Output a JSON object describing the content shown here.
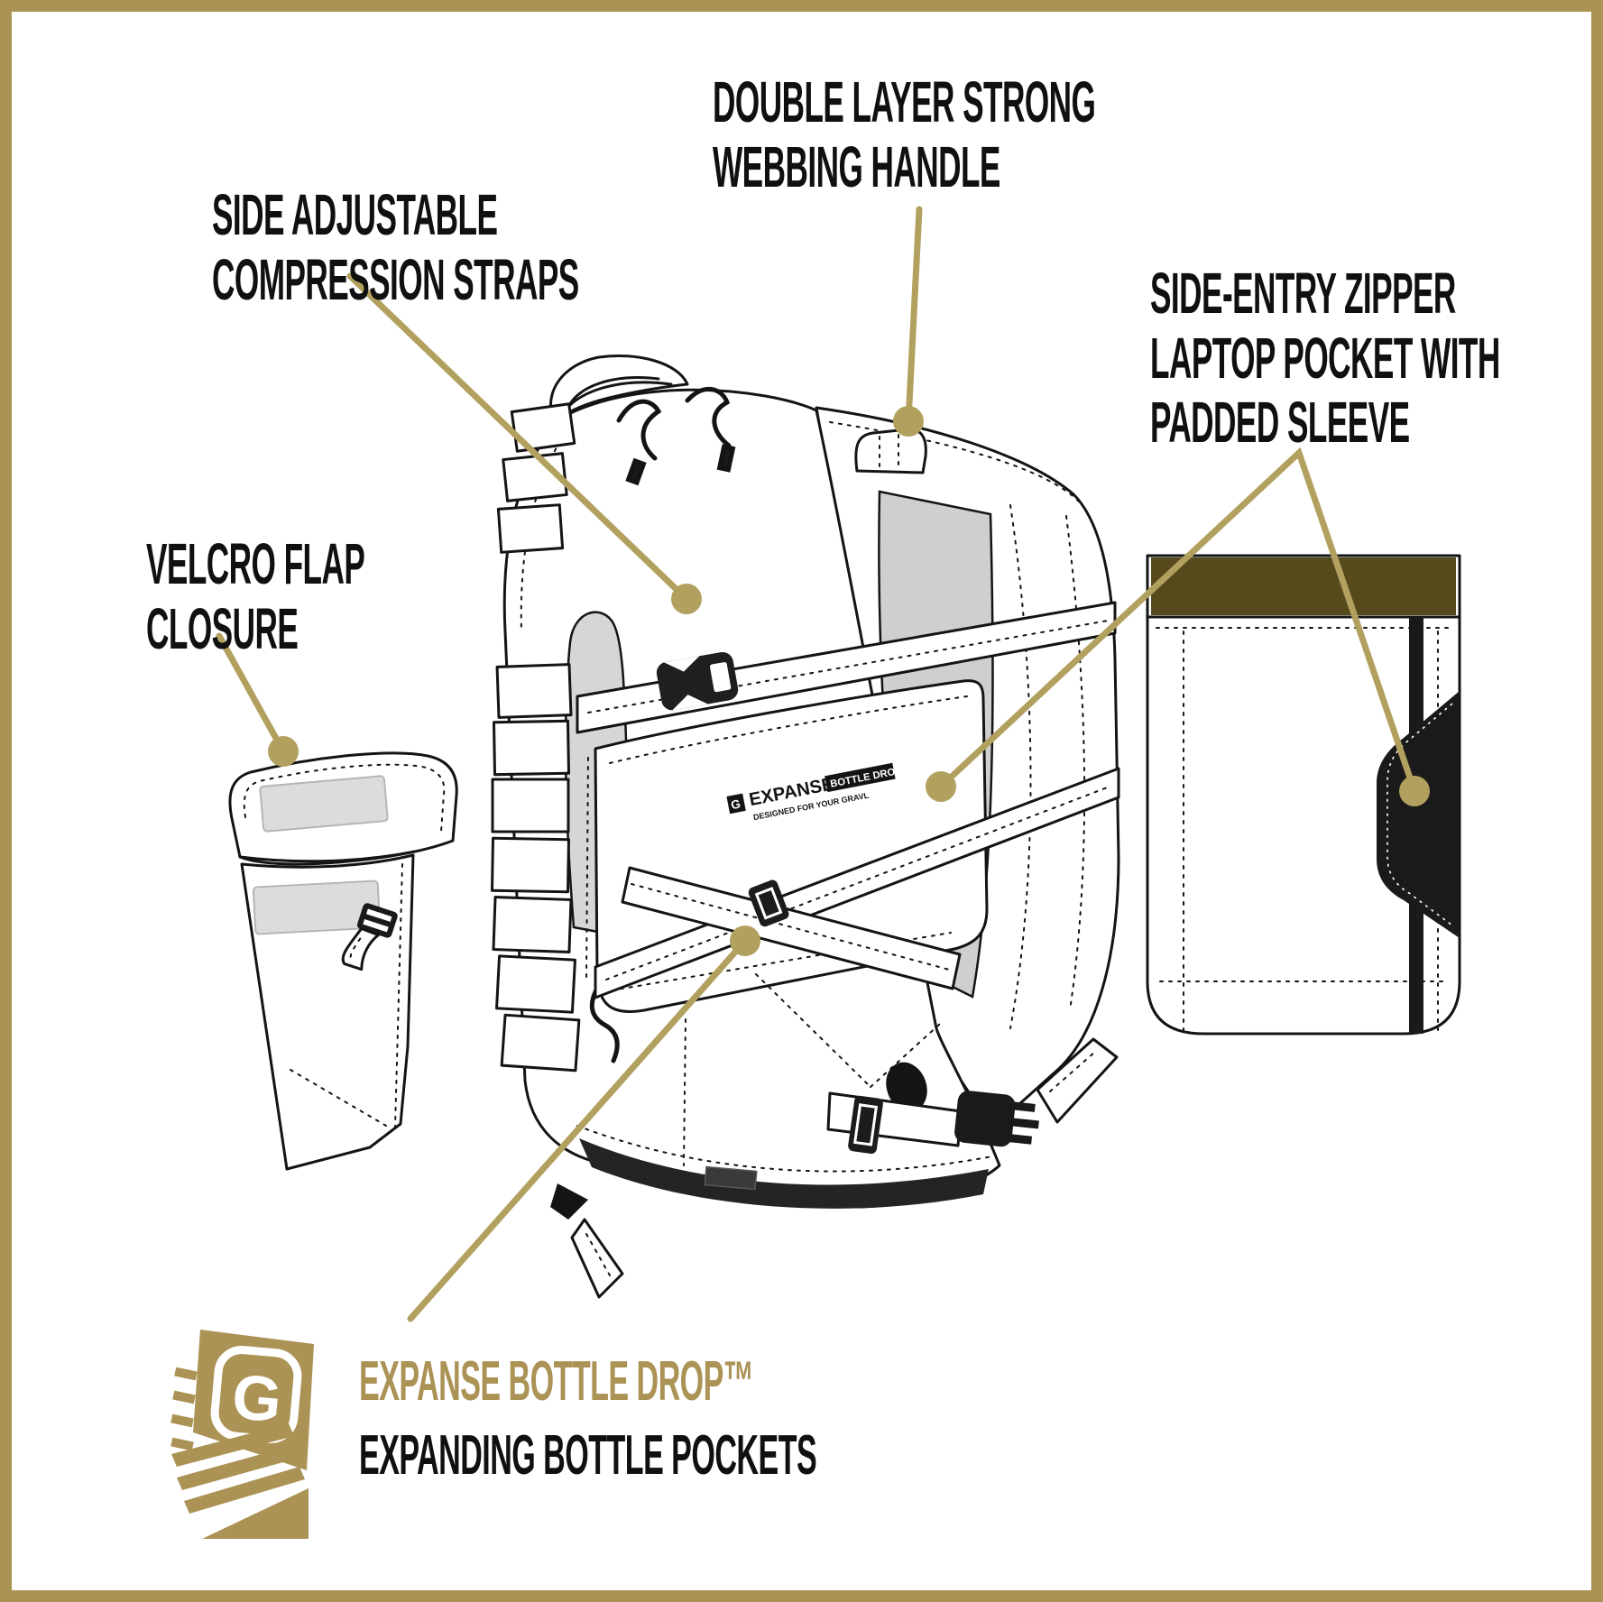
{
  "labels": {
    "webbing_handle": {
      "lines": [
        "DOUBLE LAYER STRONG",
        "WEBBING HANDLE"
      ]
    },
    "compression_straps": {
      "lines": [
        "SIDE ADJUSTABLE",
        "COMPRESSION STRAPS"
      ]
    },
    "laptop_pocket": {
      "lines": [
        "SIDE-ENTRY ZIPPER",
        "LAPTOP POCKET WITH",
        "PADDED SLEEVE"
      ]
    },
    "velcro_flap": {
      "lines": [
        "VELCRO FLAP",
        "CLOSURE"
      ]
    },
    "bottle_drop_name": "EXPANSE BOTTLE DROP™",
    "bottle_drop_desc": "EXPANDING BOTTLE POCKETS"
  },
  "patch": {
    "brand": "EXPANSE",
    "tag": "BOTTLE DROP",
    "tagline": "DESIGNED FOR YOUR GRAVL"
  },
  "logo_letter": "G",
  "colors": {
    "accent_gold": "#ab9255",
    "callout_gold": "#b2a05f",
    "olive_band": "#564a1d",
    "ink": "#141414",
    "panel_gray": "#cfcfcf"
  }
}
